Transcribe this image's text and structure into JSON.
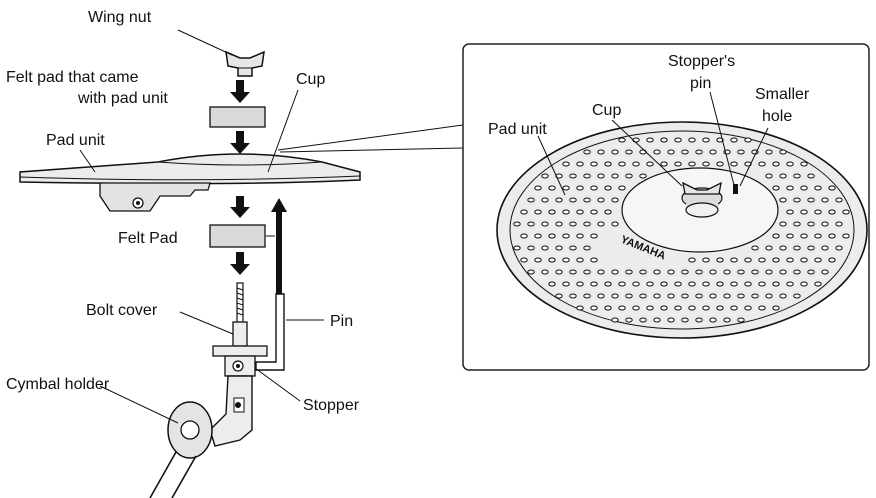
{
  "labels": {
    "wing_nut": "Wing nut",
    "felt_top_1": "Felt pad that came",
    "felt_top_2": "with pad unit",
    "cup_left": "Cup",
    "pad_unit_left": "Pad unit",
    "felt_pad": "Felt Pad",
    "bolt_cover": "Bolt cover",
    "pin": "Pin",
    "cymbal_holder": "Cymbal holder",
    "stopper": "Stopper",
    "stopper_pin_1": "Stopper's",
    "stopper_pin_2": "pin",
    "cup_right": "Cup",
    "smaller_hole_1": "Smaller",
    "smaller_hole_2": "hole",
    "pad_unit_right": "Pad unit",
    "brand": "YAMAHA"
  },
  "colors": {
    "ink": "#111111",
    "pad_fill": "#e8e8e8",
    "felt_fill": "#d9d9d9",
    "detail_panel_border": "#222222"
  }
}
